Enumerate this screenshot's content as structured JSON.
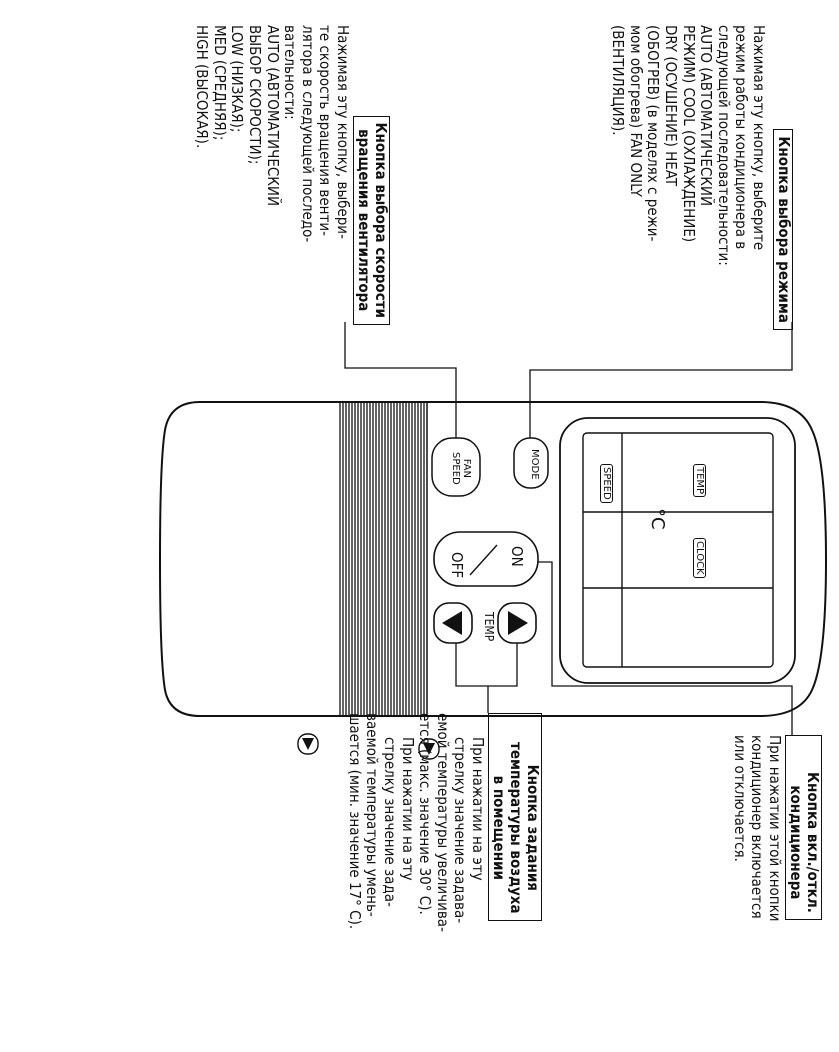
{
  "mode_callout": {
    "title": "Кнопка выбора режима",
    "lines": [
      "Нажимая эту кнопку, выберите",
      "режим работы кондиционера в",
      "следующей последовательности:",
      "AUTO (АВТОМАТИЧЕСКИЙ",
      "РЕЖИМ) COOL (ОХЛАЖДЕНИЕ)",
      "DRY (ОСУШЕНИЕ) HEAT",
      "(ОБОГРЕВ) (в моделях с режи-",
      "мом обогрева) FAN ONLY",
      "(ВЕНТИЛЯЦИЯ)."
    ]
  },
  "fan_callout": {
    "title_lines": [
      "Кнопка выбора скорости",
      "вращения вентилятора"
    ],
    "lines": [
      "Нажимая эту кнопку, выбери-",
      "те скорость вращения венти-",
      "лятора в следующей последо-",
      "вательности:",
      "AUTO (АВТОМАТИЧЕСКИЙ",
      "ВЫБОР СКОРОСТИ);",
      "LOW (НИЗКАЯ);",
      "MED (СРЕДНЯЯ);",
      "HIGH (ВЫСОКАЯ)."
    ]
  },
  "onoff_callout": {
    "title_lines": [
      "Кнопка вкл./откл.",
      "кондиционера"
    ],
    "lines": [
      "При  нажатии  этой  кнопки",
      "кондиционер    включается",
      "или отключается."
    ]
  },
  "temp_callout": {
    "title_lines": [
      "Кнопка задания",
      "температуры воздуха",
      "в помещении"
    ],
    "lines": [
      "При    нажатии    на    эту",
      "стрелку значение задава-",
      "емой температуры увеличива-",
      "ется (макс. значение 30° С).",
      "При   нажатии   на   эту",
      "стрелку  значение  зада-",
      "ваемой  температуры  умень-",
      "шается (мин. значение 17° С)."
    ]
  },
  "remote": {
    "display_labels": {
      "temp": "TEMP",
      "speed": "SPEED",
      "clock": "CLOCK",
      "degree": "°C"
    },
    "buttons": {
      "mode": "MODE",
      "fan_line1": "FAN",
      "fan_line2": "SPEED",
      "on": "ON",
      "off": "OFF",
      "temp": "TEMP"
    }
  }
}
